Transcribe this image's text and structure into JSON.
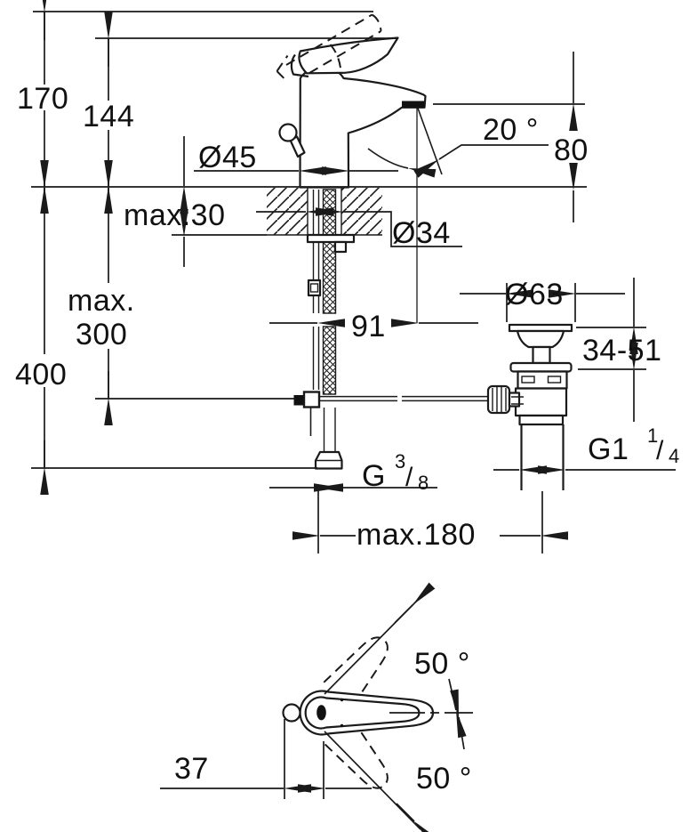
{
  "colors": {
    "line": "#1a1a1a",
    "background": "#ffffff"
  },
  "side_view": {
    "total_height": "170",
    "handle_height": "144",
    "body_diameter": "Ø45",
    "stream_angle": "20 °",
    "spout_height": "80",
    "max_deck_thickness": "max.30",
    "hole_diameter": "Ø34",
    "hose_length_word": "max.",
    "hose_length_value": "300",
    "install_depth": "400",
    "spout_reach": "91",
    "waste_flange_diameter": "Ø63",
    "clamping_range": "34-51",
    "waste_thread_main": "G1",
    "waste_thread_sup": "1",
    "waste_thread_slash": "/",
    "waste_thread_sub": "4",
    "supply_thread_main": "G",
    "supply_thread_sup": "3",
    "supply_thread_slash": "/",
    "supply_thread_sub": "8",
    "rod_projection": "max.180"
  },
  "top_view": {
    "knob_offset": "37",
    "swing_up_angle": "50 °",
    "swing_down_angle": "50 °"
  }
}
